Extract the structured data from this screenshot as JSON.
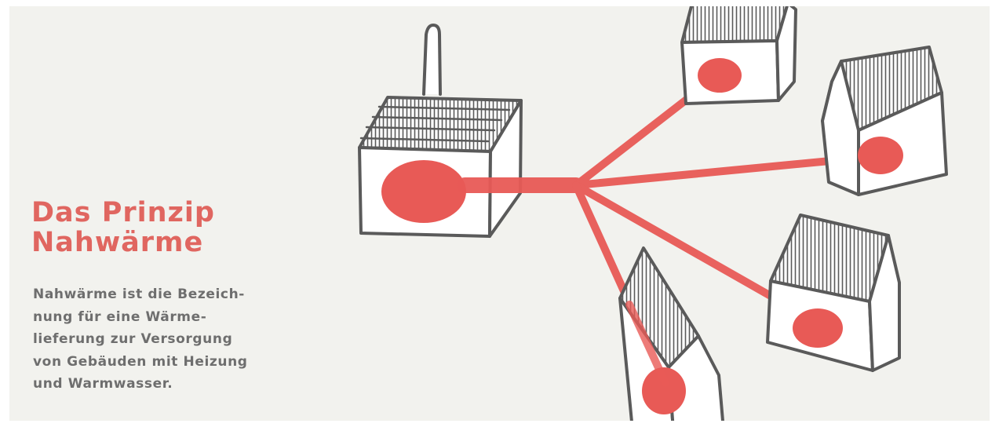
{
  "heading": {
    "line1": "Das Prinzip",
    "line2": "Nahwärme"
  },
  "description": {
    "lines": [
      "Nahwärme ist die Bezeich-",
      "nung für eine Wärme-",
      "lieferung zur Versorgung",
      "von Gebäuden mit Heizung",
      "und Warmwasser."
    ]
  },
  "colors": {
    "accent": "#e06660",
    "pipe": "#e85a56",
    "outline": "#5a5a5a",
    "text": "#6e6e6e",
    "background": "#f2f2ee"
  },
  "icons": [
    "heating-plant-icon",
    "house-icon"
  ]
}
